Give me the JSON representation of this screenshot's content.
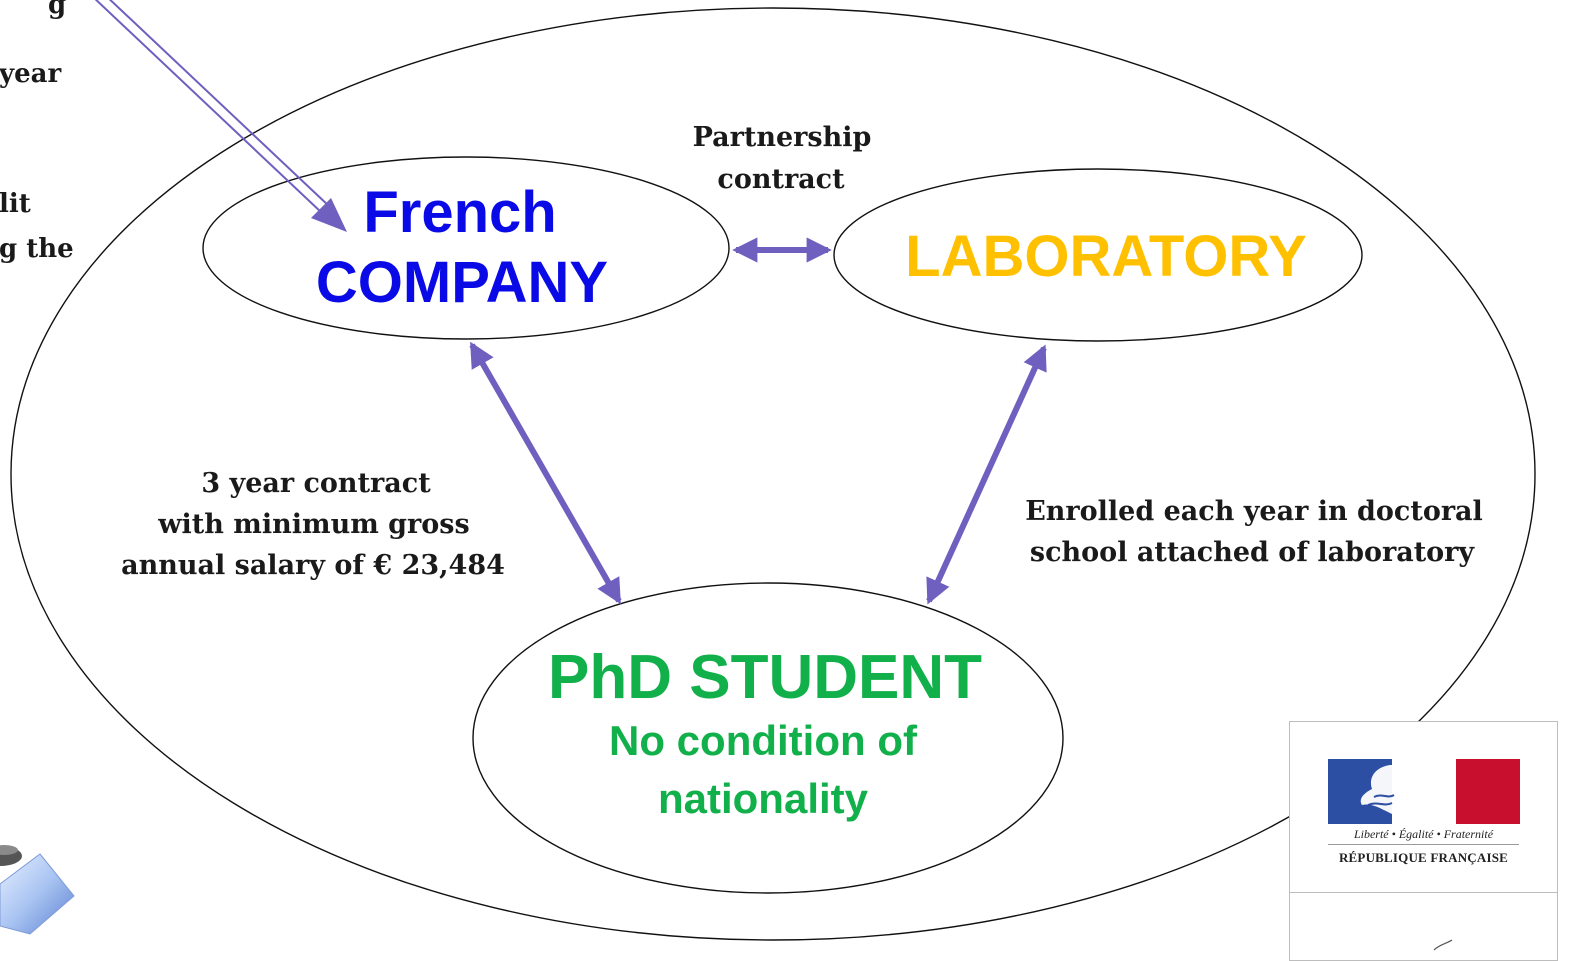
{
  "left_partial_text": {
    "line1": "g",
    "line2": "year",
    "line3": "lit",
    "line4": "g the"
  },
  "company": {
    "line1": "French",
    "line2": "COMPANY",
    "color_line1": "#0a0ae6",
    "color_line2": "#0a0ae6"
  },
  "laboratory": {
    "label": "LABORATORY",
    "color": "#ffc000"
  },
  "student": {
    "title": "PhD STUDENT",
    "sub1": "No condition of",
    "sub2": "nationality",
    "color": "#12b04a"
  },
  "partnership": {
    "line1": "Partnership",
    "line2": "contract"
  },
  "contract": {
    "line1": "3 year contract",
    "line2": "with minimum gross",
    "line3": "annual salary of € 23,484"
  },
  "enrolled": {
    "line1": "Enrolled each year in doctoral",
    "line2": "school  attached of laboratory"
  },
  "republic_logo": {
    "motto": "Liberté • Égalité • Fraternité",
    "name": "RÉPUBLIQUE FRANÇAISE"
  },
  "colors": {
    "arrow": "#6f5fbf",
    "outline": "#111111",
    "flag_blue": "#2c4fa3",
    "flag_red": "#c8102e"
  }
}
